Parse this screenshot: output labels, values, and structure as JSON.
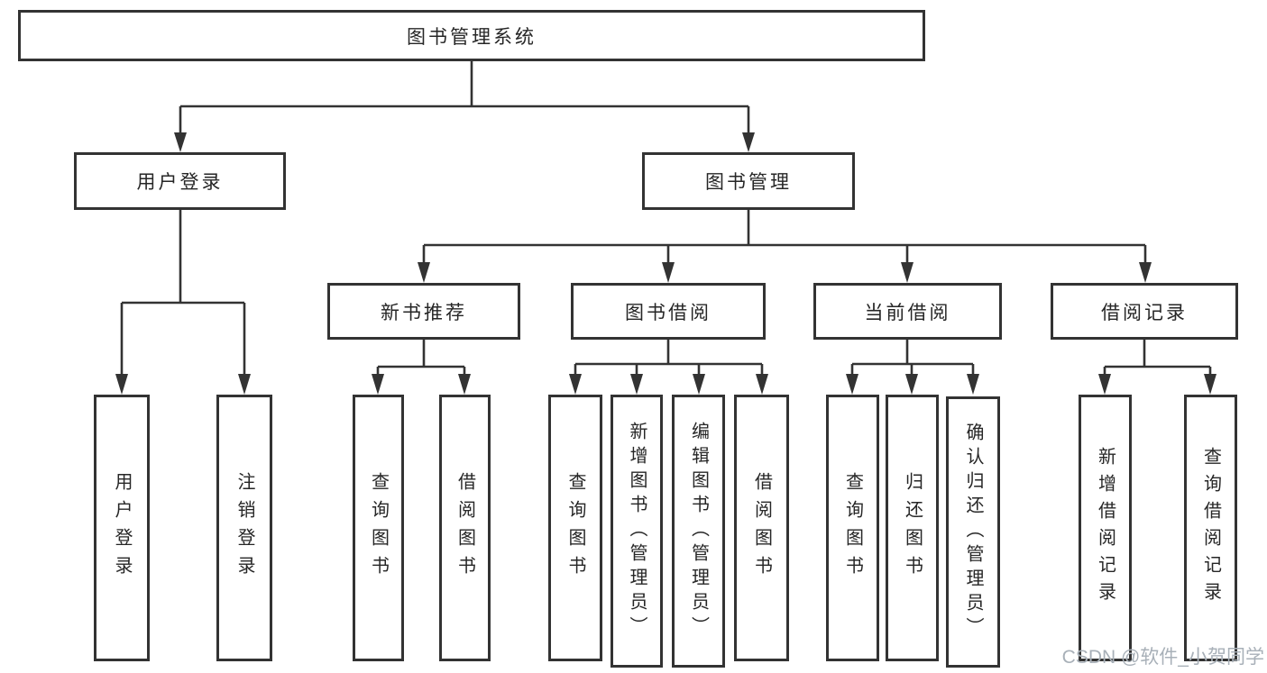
{
  "diagram": {
    "root": {
      "label": "图书管理系统"
    },
    "branches": [
      {
        "label": "用户登录",
        "children": [
          {
            "label": "用户登录"
          },
          {
            "label": "注销登录"
          }
        ]
      },
      {
        "label": "图书管理",
        "children": [
          {
            "label": "新书推荐",
            "children": [
              {
                "label": "查询图书"
              },
              {
                "label": "借阅图书"
              }
            ]
          },
          {
            "label": "图书借阅",
            "children": [
              {
                "label": "查询图书"
              },
              {
                "label": "新增图书（管理员）"
              },
              {
                "label": "编辑图书（管理员）"
              },
              {
                "label": "借阅图书"
              }
            ]
          },
          {
            "label": "当前借阅",
            "children": [
              {
                "label": "查询图书"
              },
              {
                "label": "归还图书"
              },
              {
                "label": "确认归还（管理员）"
              }
            ]
          },
          {
            "label": "借阅记录",
            "children": [
              {
                "label": "新增借阅记录"
              },
              {
                "label": "查询借阅记录"
              }
            ]
          }
        ]
      }
    ],
    "watermark": {
      "text": "CSDN @软件_小贺同学"
    },
    "colors": {
      "line": "#333333",
      "box_fill": "#ffffff",
      "text": "#262626",
      "watermark": "#a8b0b8"
    }
  }
}
